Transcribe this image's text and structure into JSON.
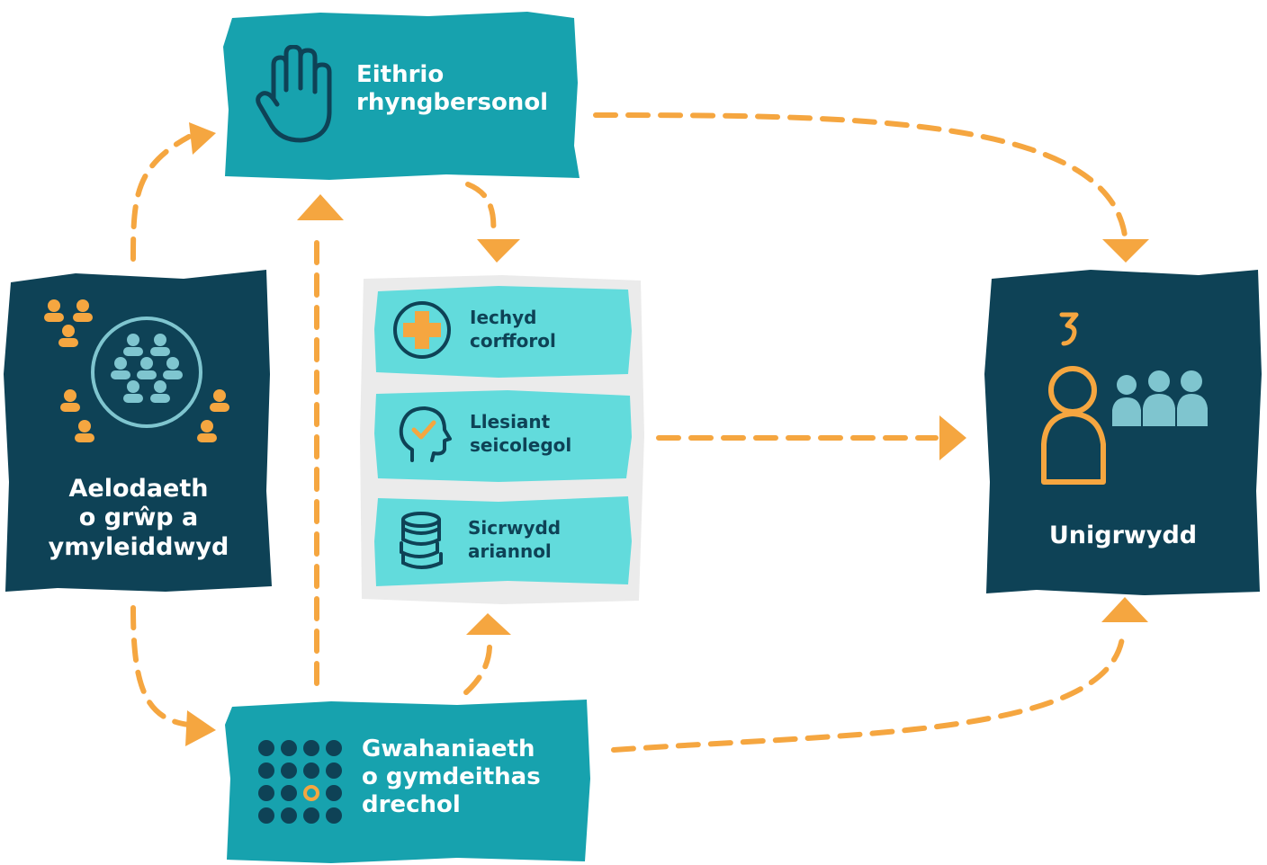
{
  "nodes": {
    "exclusion": {
      "label": "Eithrio\nrhyngbersonol",
      "icon": "raised-hand-icon"
    },
    "membership": {
      "label": "Aelodaeth\no grŵp a\nymyleiddwyd",
      "icon": "crowd-circle-icon"
    },
    "separation": {
      "label": "Gwahaniaeth\no gymdeithas\ndrechol",
      "icon": "dot-grid-icon"
    },
    "loneliness": {
      "label": "Unigrwydd",
      "icon": "lonely-person-icon"
    }
  },
  "factors": [
    {
      "label": "Iechyd\ncorfforol",
      "icon": "medical-cross-icon"
    },
    {
      "label": "Llesiant\nseicolegol",
      "icon": "head-check-icon"
    },
    {
      "label": "Sicrwydd\nariannol",
      "icon": "coin-stack-icon"
    }
  ],
  "colors": {
    "teal": "#17a2ae",
    "dark": "#0e4256",
    "light_teal": "#62dbdc",
    "orange": "#f5a640",
    "grey_panel": "#ebebeb",
    "light_blue": "#7fc5cf"
  }
}
